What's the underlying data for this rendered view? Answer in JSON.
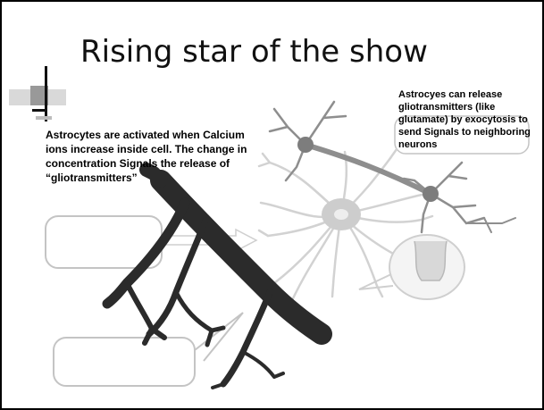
{
  "slide": {
    "title": "Rising star of the show",
    "left_text": "Astrocytes are activated when Calcium ions increase inside cell. The change in concentration Signals the release of “gliotransmitters”",
    "right_text": "Astrocyes can release gliotransmitters (like glutamate) by exocytosis to send Signals to neighboring neurons"
  },
  "colors": {
    "background": "#ffffff",
    "border": "#000000",
    "dark_neuron": "#2b2b2b",
    "gray_neuron": "#8a8a8a",
    "astrocyte": "#cfcfcf",
    "callout_outline": "#bdbdbd"
  },
  "icons": [
    "title-bullet-mark"
  ]
}
